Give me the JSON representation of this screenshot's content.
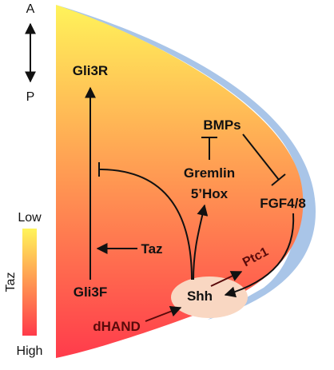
{
  "axis": {
    "top_label": "A",
    "bottom_label": "P"
  },
  "legend": {
    "title": "Taz",
    "low_label": "Low",
    "high_label": "High",
    "colors": {
      "low": "#fff45a",
      "high": "#ff3a4a"
    }
  },
  "nodes": {
    "gli3r": "Gli3R",
    "gli3f": "Gli3F",
    "taz": "Taz",
    "bmps": "BMPs",
    "gremlin": "Gremlin",
    "hox": "5’Hox",
    "fgf": "FGF4/8",
    "ptc1": "Ptc1",
    "shh": "Shh",
    "dhand": "dHAND"
  },
  "colors": {
    "limb_top": "#fff35a",
    "limb_bottom": "#ff3b4b",
    "aer": "#a9c5e8",
    "zpa": "#f9d7c2",
    "arrow": "#111111"
  }
}
